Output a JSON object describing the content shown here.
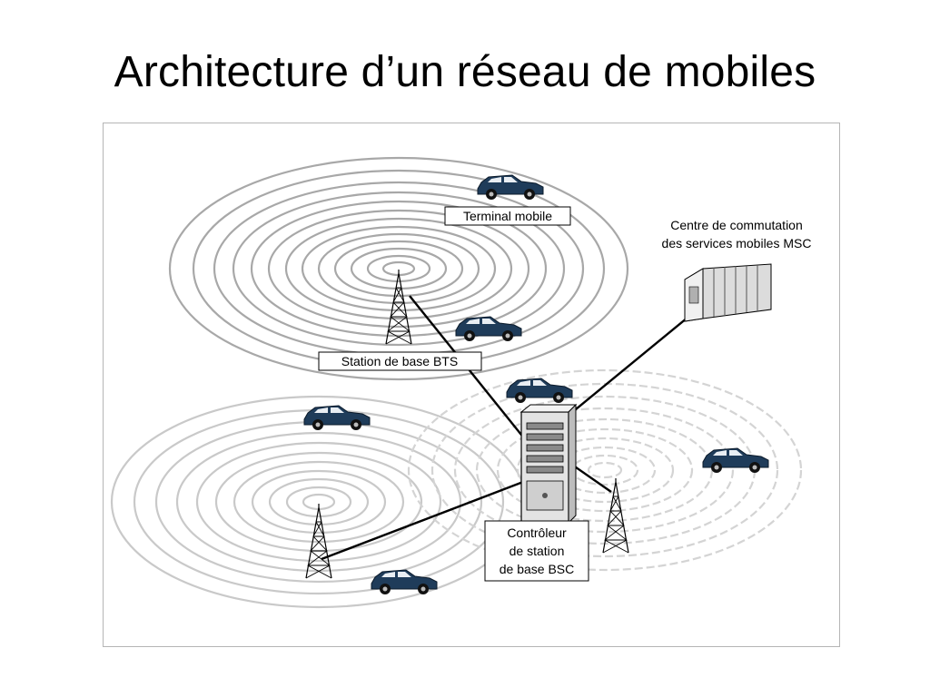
{
  "slide": {
    "title": "Architecture d’un réseau de mobiles"
  },
  "diagram": {
    "labels": {
      "terminal": "Terminal mobile",
      "msc_line1": "Centre de commutation",
      "msc_line2": "des services mobiles MSC",
      "bts": "Station de base BTS",
      "bsc_line1": "Contrôleur",
      "bsc_line2": "de station",
      "bsc_line3": "de base BSC"
    },
    "colors": {
      "ring_top": "#a8a8a8",
      "ring_left": "#c9c9c9",
      "ring_right": "#d4d4d4",
      "car_body": "#1f3c5a",
      "link_line": "#000000"
    }
  }
}
